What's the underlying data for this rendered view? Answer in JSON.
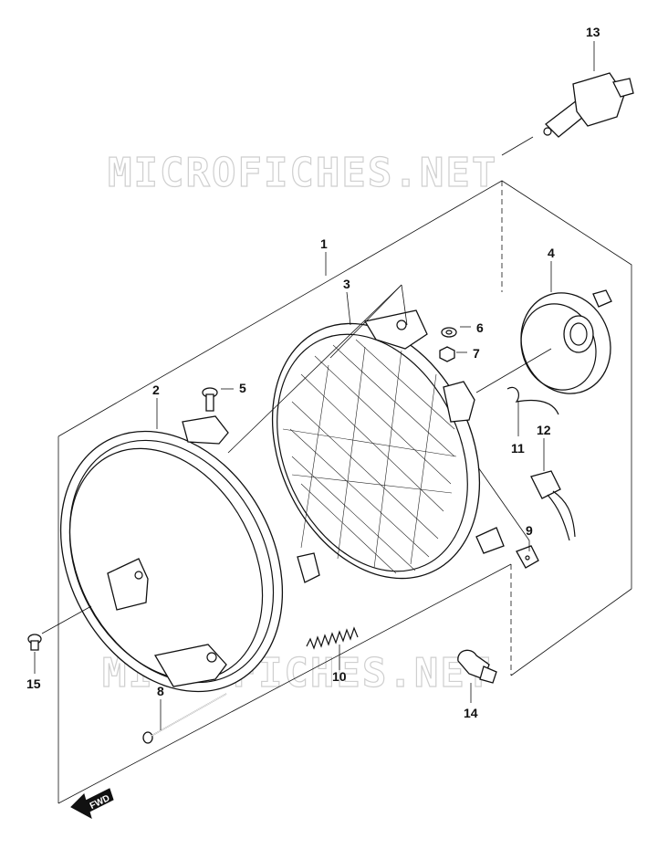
{
  "watermark": {
    "text_top": "MICROFICHES.NET",
    "text_bottom": "MICROFICHES.NET"
  },
  "fwd_label": "FWD",
  "callouts": [
    {
      "id": "c1",
      "label": "1"
    },
    {
      "id": "c2",
      "label": "2"
    },
    {
      "id": "c3",
      "label": "3"
    },
    {
      "id": "c4",
      "label": "4"
    },
    {
      "id": "c5",
      "label": "5"
    },
    {
      "id": "c6",
      "label": "6"
    },
    {
      "id": "c7",
      "label": "7"
    },
    {
      "id": "c8",
      "label": "8"
    },
    {
      "id": "c9",
      "label": "9"
    },
    {
      "id": "c10",
      "label": "10"
    },
    {
      "id": "c11",
      "label": "11"
    },
    {
      "id": "c12",
      "label": "12"
    },
    {
      "id": "c13",
      "label": "13"
    },
    {
      "id": "c14",
      "label": "14"
    },
    {
      "id": "c15",
      "label": "15"
    }
  ]
}
